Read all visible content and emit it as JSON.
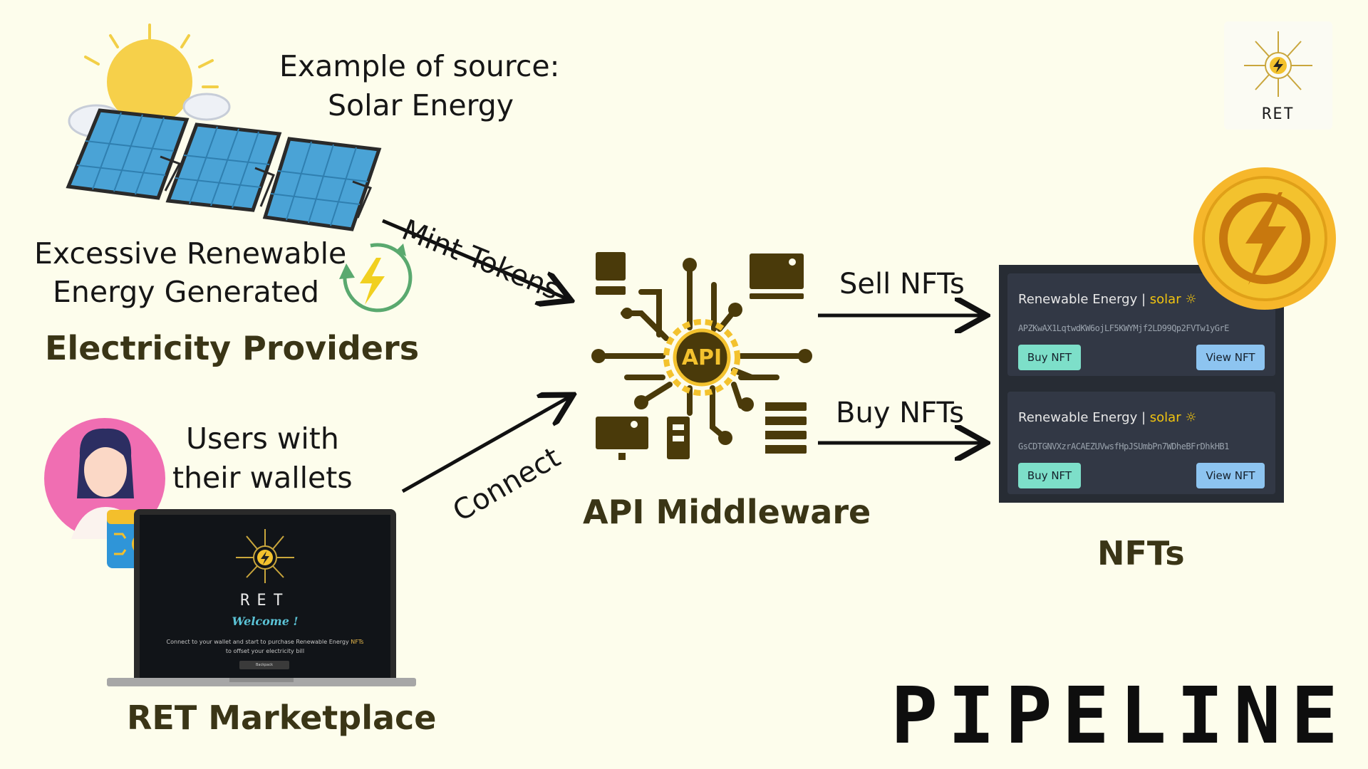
{
  "providers": {
    "source_line1": "Example of source:",
    "source_line2": "Solar Energy",
    "excess_line1": "Excessive Renewable",
    "excess_line2": "Energy Generated",
    "heading": "Electricity Providers"
  },
  "users": {
    "line1": "Users with",
    "line2": "their wallets"
  },
  "marketplace": {
    "heading": "RET Marketplace",
    "screen_ret": "RET",
    "screen_welcome": "Welcome !",
    "screen_desc_1": "Connect to your wallet",
    "screen_desc_2": "and start to purchase Renewable Energy",
    "screen_desc_hl": "NFTs",
    "screen_desc_3": "to offset your electricity bill",
    "screen_button": "Backpack"
  },
  "arrows": {
    "mint": "Mint Tokens",
    "connect": "Connect",
    "sell": "Sell NFTs",
    "buy": "Buy NFTs"
  },
  "middleware": {
    "heading": "API Middleware",
    "chip_label": "API"
  },
  "nfts": {
    "heading": "NFTs",
    "cards": [
      {
        "title": "Renewable Energy |",
        "type": "solar",
        "hash": "APZKwAX1LqtwdKW6ojLF5KWYMjf2LD99Qp2FVTw1yGrE",
        "buy": "Buy NFT",
        "view": "View NFT"
      },
      {
        "title": "Renewable Energy |",
        "type": "solar",
        "hash": "GsCDTGNVXzrACAEZUVwsfHpJSUmbPn7WDheBFrDhkHB1",
        "buy": "Buy NFT",
        "view": "View NFT"
      }
    ]
  },
  "logo": {
    "text": "RET"
  },
  "pipeline": "PIPELINE",
  "colors": {
    "background": "#fdfdec",
    "icon_brown": "#4a3a0a",
    "gold": "#f3c22e",
    "panel": "#272c34"
  }
}
